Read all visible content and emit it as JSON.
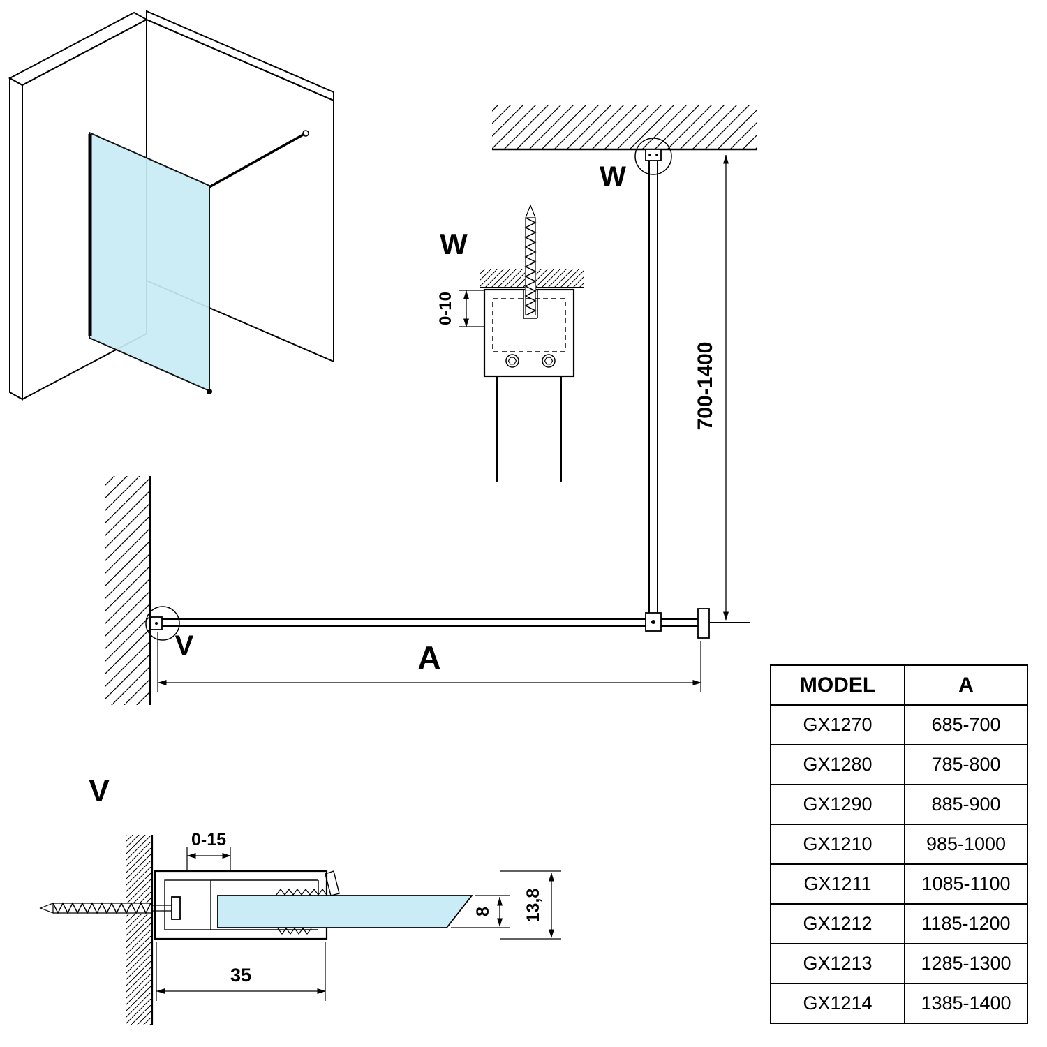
{
  "labels": {
    "plan_w": "W",
    "detail_w": "W",
    "plan_v": "V",
    "detail_v": "V",
    "dim_a": "A"
  },
  "dims": {
    "bar_length": "700-1400",
    "bracket_adjust": "0-10",
    "profile_adjust": "0-15",
    "profile_width": "35",
    "glass_thickness": "8",
    "profile_height": "13,8"
  },
  "table": {
    "headers": {
      "model": "MODEL",
      "a": "A"
    },
    "rows": [
      {
        "model": "GX1270",
        "a": "685-700"
      },
      {
        "model": "GX1280",
        "a": "785-800"
      },
      {
        "model": "GX1290",
        "a": "885-900"
      },
      {
        "model": "GX1210",
        "a": "985-1000"
      },
      {
        "model": "GX1211",
        "a": "1085-1100"
      },
      {
        "model": "GX1212",
        "a": "1185-1200"
      },
      {
        "model": "GX1213",
        "a": "1285-1300"
      },
      {
        "model": "GX1214",
        "a": "1385-1400"
      }
    ]
  },
  "colors": {
    "glass": "#c9ecf6",
    "line": "#000000",
    "background": "#ffffff"
  }
}
